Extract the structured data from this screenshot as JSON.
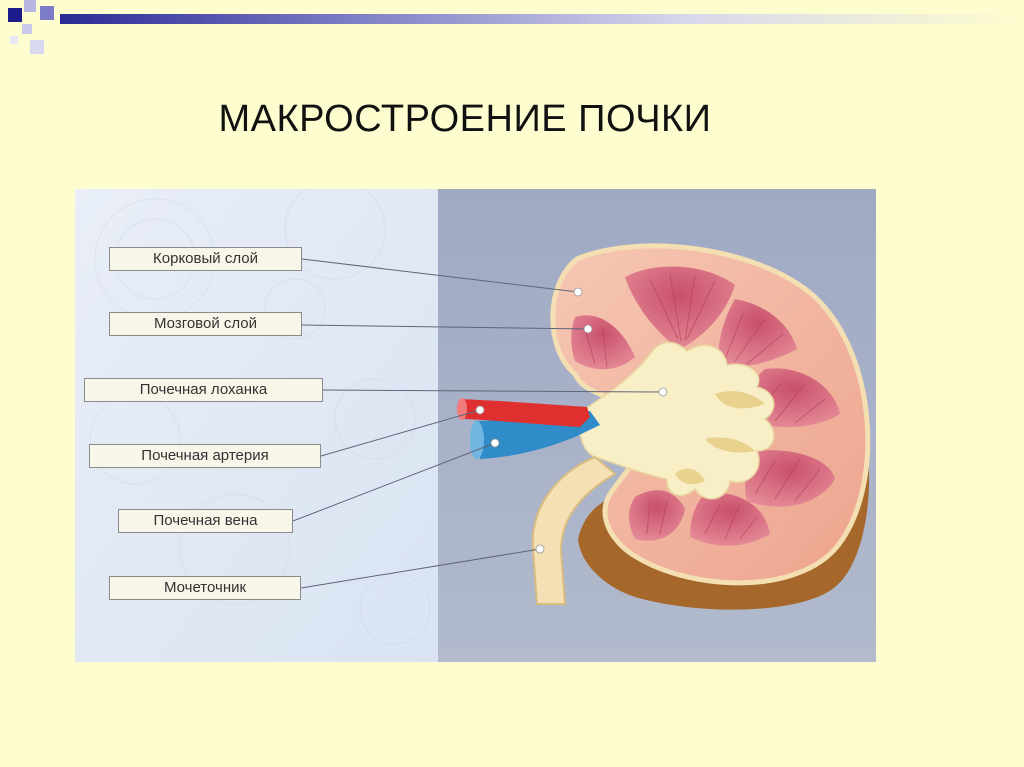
{
  "slide": {
    "title": "МАКРОСТРОЕНИЕ ПОЧКИ"
  },
  "diagram": {
    "labels": {
      "cortex": "Корковый слой",
      "medulla": "Мозговой слой",
      "pelvis": "Почечная лоханка",
      "artery": "Почечная артерия",
      "vein": "Почечная вена",
      "ureter": "Мочеточник"
    },
    "colors": {
      "cortex": "#f3b9a5",
      "capsule": "#fbe3c0",
      "pyramid": "#d86e82",
      "pelvis": "#f9efc6",
      "artery": "#e02f2f",
      "vein": "#2f8cc8",
      "ureter": "#f4e0b4",
      "back_shadow": "#a5682a"
    }
  }
}
